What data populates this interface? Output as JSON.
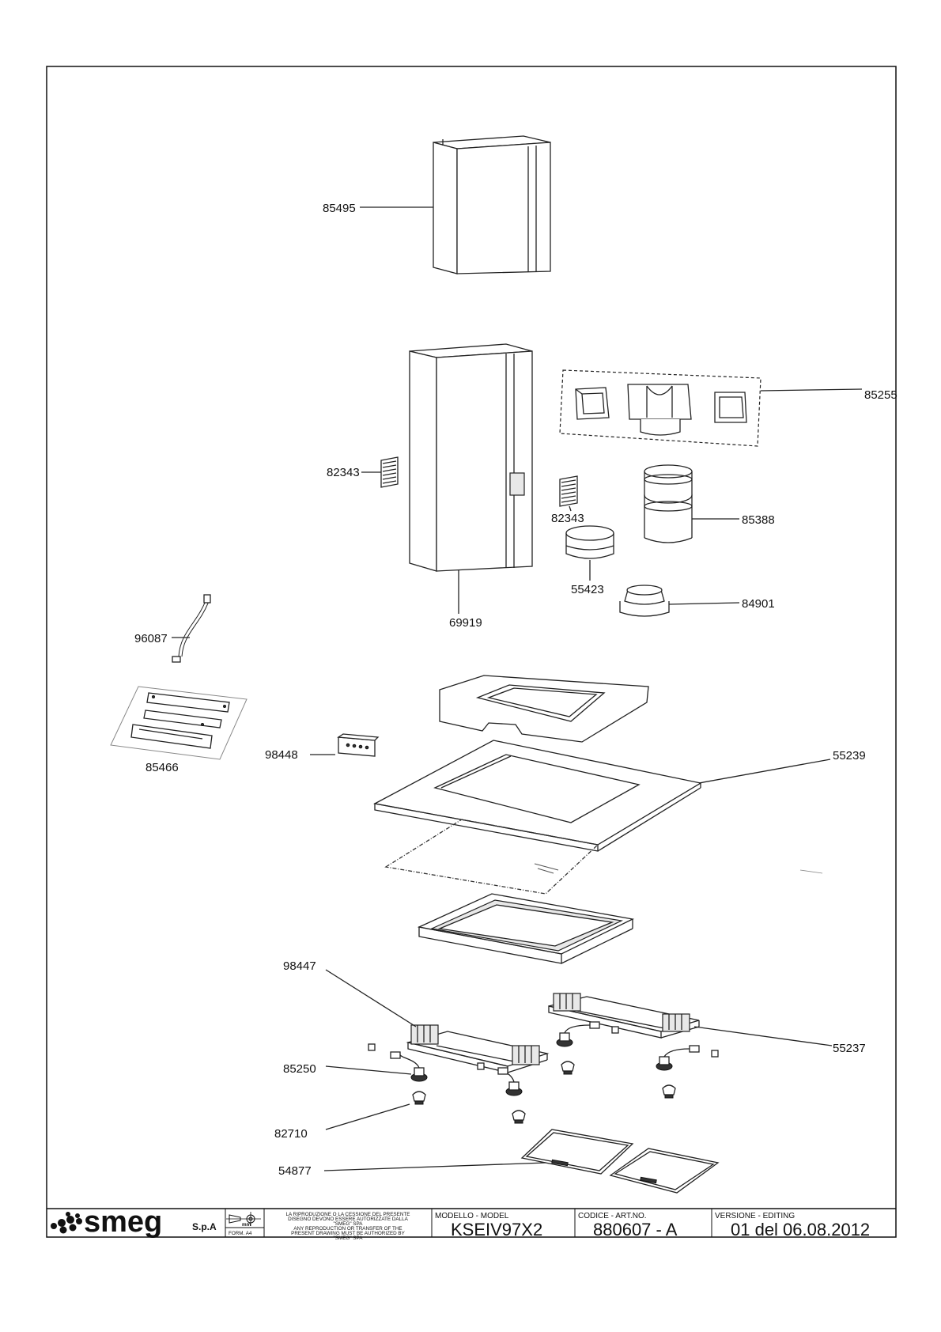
{
  "parts": {
    "p85495": "85495",
    "p85255": "85255",
    "p82343a": "82343",
    "p82343b": "82343",
    "p85388": "85388",
    "p55423": "55423",
    "p84901": "84901",
    "p69919": "69919",
    "p96087": "96087",
    "p85466": "85466",
    "p98448": "98448",
    "p55239": "55239",
    "p98447": "98447",
    "p55237": "55237",
    "p85250": "85250",
    "p82710": "82710",
    "p54877": "54877"
  },
  "title_block": {
    "logo": "smeg",
    "company_suffix": "S.p.A",
    "unit": "mm",
    "format": "FORM. A4",
    "notice_lines": [
      "LA RIPRODUZIONE O LA CESSIONE DEL PRESENTE",
      "DISEGNO DEVONO ESSERE AUTORIZZATE DALLA",
      "\"SMEG\" SPA",
      "ANY REPRODUCTION OR TRANSFER OF THE",
      "PRESENT DRAWING MUST BE AUTHORIZED BY",
      "\"SMEG\" SPA"
    ],
    "model_label": "MODELLO - MODEL",
    "model_value": "KSEIV97X2",
    "code_label": "CODICE - ART.NO.",
    "code_value": "880607 - A",
    "version_label": "VERSIONE - EDITING",
    "version_value": "01 del 06.08.2012"
  }
}
